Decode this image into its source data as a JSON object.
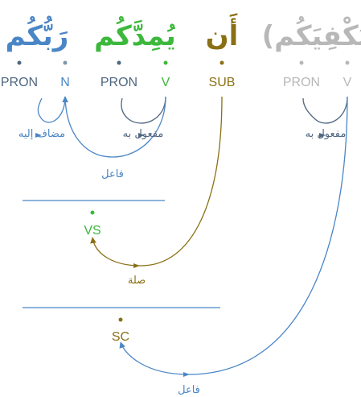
{
  "colors": {
    "blue": "#4a86c6",
    "green": "#3db83d",
    "olive": "#8a7015",
    "gray": "#b8b8b8",
    "slate": "#4f6680",
    "slate_light": "#7f96ae"
  },
  "words": [
    {
      "text": "رَبُّكُم",
      "color": "blue"
    },
    {
      "text": "يُمِدَّكُم",
      "color": "green"
    },
    {
      "text": "أَن",
      "color": "olive"
    },
    {
      "text": "(يَكْفِيَكُم",
      "color": "gray"
    }
  ],
  "tags": [
    {
      "text": "PRON",
      "color": "slate"
    },
    {
      "text": "N",
      "color": "blue"
    },
    {
      "text": "PRON",
      "color": "slate"
    },
    {
      "text": "V",
      "color": "green"
    },
    {
      "text": "SUB",
      "color": "olive"
    },
    {
      "text": "PRON",
      "color": "gray"
    },
    {
      "text": "V",
      "color": "gray"
    }
  ],
  "relations": [
    {
      "text": "مضاف إليه",
      "color": "blue"
    },
    {
      "text": "مفعول به",
      "color": "slate"
    },
    {
      "text": "فاعل",
      "color": "blue"
    },
    {
      "text": "مفعول به",
      "color": "slate"
    },
    {
      "text": "صلة",
      "color": "olive"
    },
    {
      "text": "فاعل",
      "color": "blue"
    }
  ],
  "phrases": [
    {
      "text": "VS",
      "color": "green"
    },
    {
      "text": "SC",
      "color": "olive"
    }
  ]
}
